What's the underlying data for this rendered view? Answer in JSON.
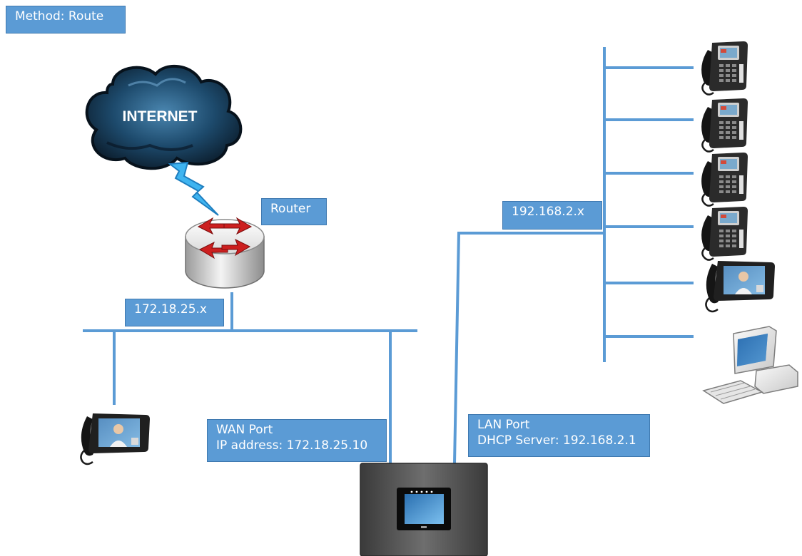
{
  "labels": {
    "method": "Method: Route",
    "router": "Router",
    "wan_subnet": "172.18.25.x",
    "lan_subnet": "192.168.2.x",
    "wan_port_title": "WAN Port",
    "wan_port_ip": "IP address: 172.18.25.10",
    "lan_port_title": "LAN Port",
    "lan_port_dhcp": "DHCP Server: 192.168.2.1"
  },
  "cloud_text": "INTERNET",
  "colors": {
    "link_line": "#5b9bd5",
    "label_bg": "#5b9bd5",
    "label_text": "#ffffff",
    "cloud_dark": "#0e2436",
    "router_arrows": "#cc1f1f"
  },
  "icons": {
    "cloud": "internet-cloud-icon",
    "lightning": "lightning-bolt-icon",
    "router": "router-icon",
    "desk_phone": "ip-phone-icon",
    "video_phone": "video-phone-icon",
    "computer": "desktop-computer-icon",
    "appliance": "ucm-appliance-icon"
  }
}
